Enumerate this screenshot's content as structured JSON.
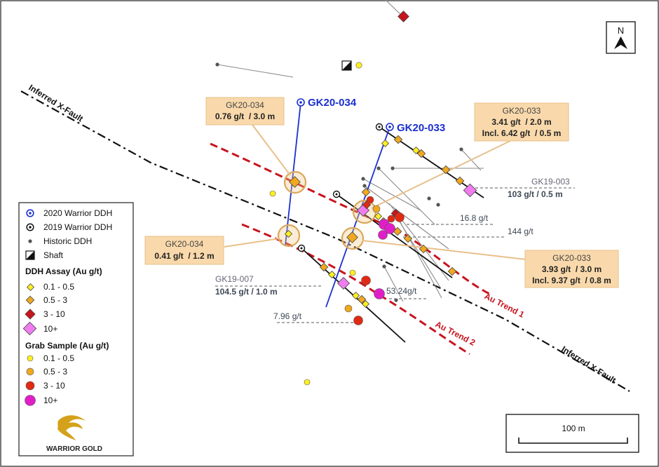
{
  "map": {
    "north_label": "N",
    "scale_label": "100 m",
    "faults": {
      "upper": "Inferred X-Fault",
      "lower": "Inferred X-Fault"
    },
    "trends": {
      "trend1": "Au Trend 1",
      "trend2": "Au Trend 2"
    },
    "collars": {
      "gk20_034": "GK20-034",
      "gk20_033": "GK20-033"
    },
    "callouts": {
      "c1": {
        "title": "GK20-034",
        "line1": "0.76 g/t  / 3.0 m"
      },
      "c2": {
        "title": "GK20-033",
        "line1": "3.41 g/t  / 2.0 m",
        "line2": "Incl. 6.42 g/t  / 0.5 m"
      },
      "c3": {
        "title": "GK20-034",
        "line1": "0.41 g/t  / 1.2 m"
      },
      "c4": {
        "title": "GK20-033",
        "line1": "3.93 g/t  / 3.0 m",
        "line2": "Incl. 9.37 g/t  / 0.8 m"
      }
    },
    "annotations": {
      "gk19_003": {
        "title": "GK19-003",
        "value": "103 g/t  / 0.5 m"
      },
      "a168": "16.8 g/t",
      "a144": "144 g/t",
      "gk19_007": {
        "title": "GK19-007",
        "value": "104.5 g/t  / 1.0 m"
      },
      "a5324": "53.24g/t",
      "a796": "7.96 g/t"
    },
    "legend": {
      "ddh_2020": "2020 Warrior DDH",
      "ddh_2019": "2019 Warrior DDH",
      "ddh_historic": "Historic DDH",
      "shaft": "Shaft",
      "assay_header": "DDH Assay (Au g/t)",
      "assay": [
        "0.1 - 0.5",
        "0.5 - 3",
        "3 - 10",
        "10+"
      ],
      "grab_header": "Grab Sample (Au g/t)",
      "grab": [
        "0.1 - 0.5",
        "0.5 - 3",
        "3 - 10",
        "10+"
      ],
      "logo_text": "WARRIOR GOLD"
    },
    "colors": {
      "drill_2020": "#1a2fcf",
      "trend": "#c8141e",
      "grade_low": "#ffef20",
      "grade_mid": "#f0a81e",
      "grade_high": "#e02a14",
      "grade_top_diamond": "#f07cf0",
      "grade_top_circle": "#e01ec8",
      "callout_fill": "#f9d9ab",
      "callout_line": "#e8c08a",
      "logo_gold": "#d4a21a"
    }
  }
}
